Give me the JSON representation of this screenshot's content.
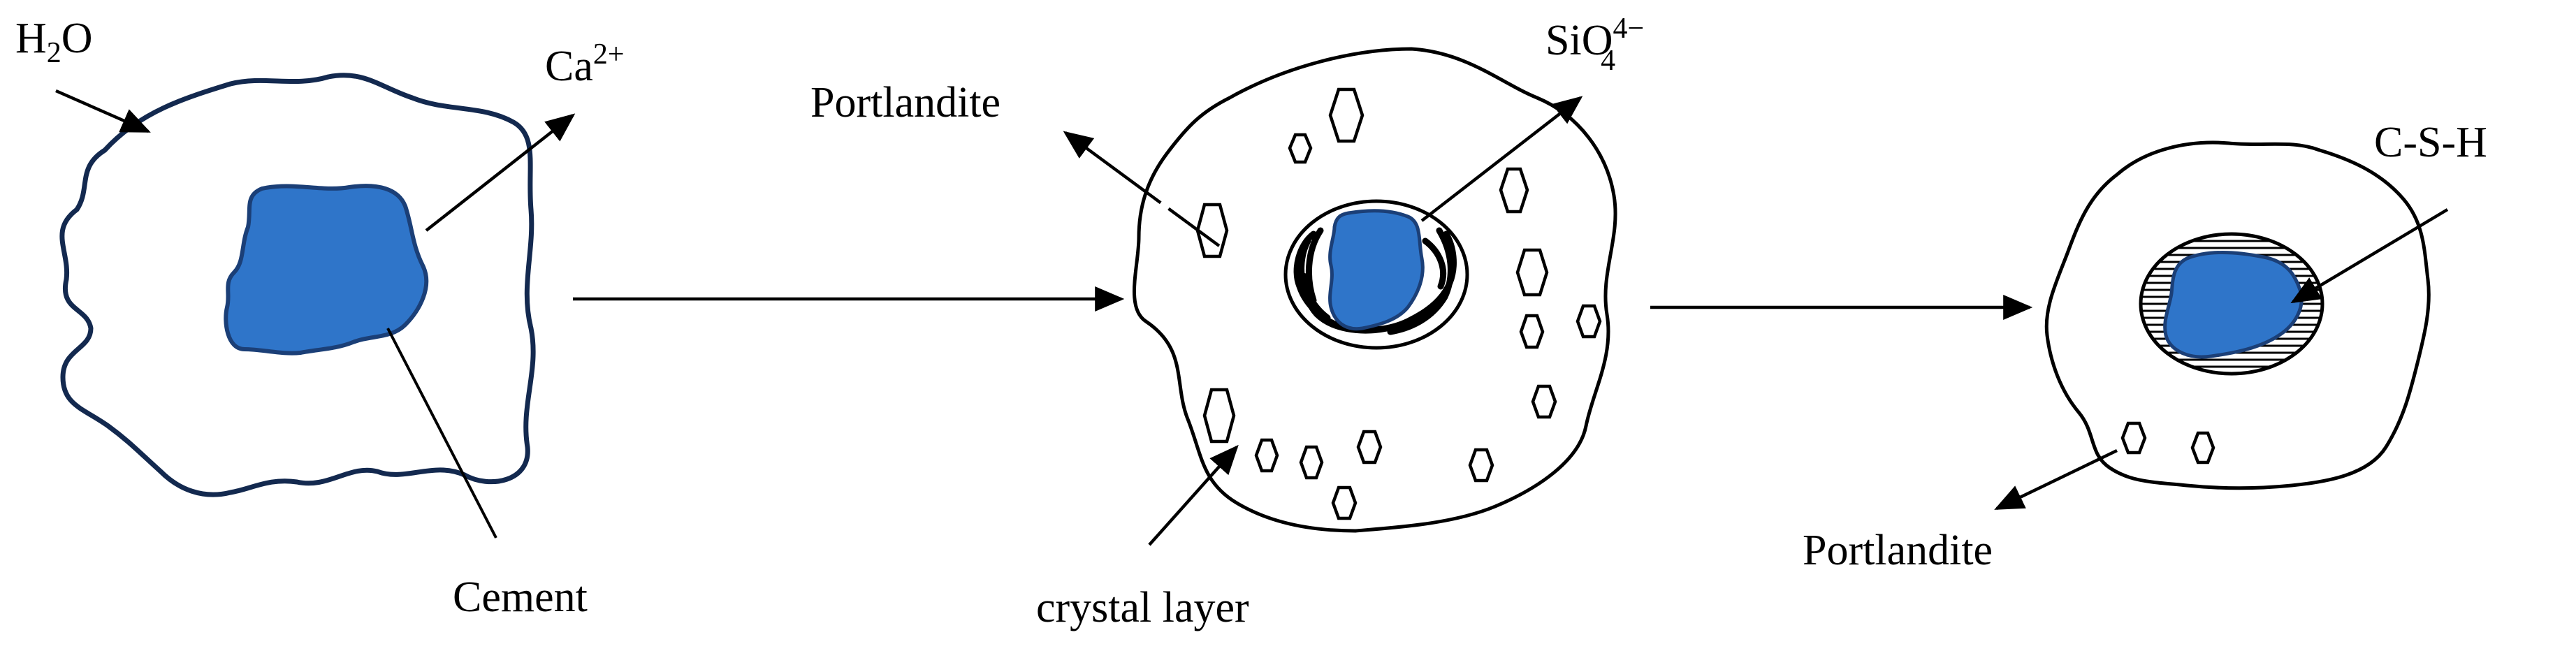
{
  "labels": {
    "water_main": "H",
    "water_sub": "2",
    "water_tail": "O",
    "calcium_main": "Ca",
    "calcium_sup": "2+",
    "cement": "Cement",
    "portlandite_top": "Portlandite",
    "silicate_main": "SiO",
    "silicate_sup": "4−",
    "silicate_sub": "4",
    "crystal_layer": "crystal layer",
    "csh": "C-S-H",
    "portlandite_bottom": "Portlandite"
  },
  "colors": {
    "cement": "#2f75c9",
    "cement_edge": "#1b3f77",
    "stage1_outline": "#13294f",
    "ink": "#000000"
  }
}
